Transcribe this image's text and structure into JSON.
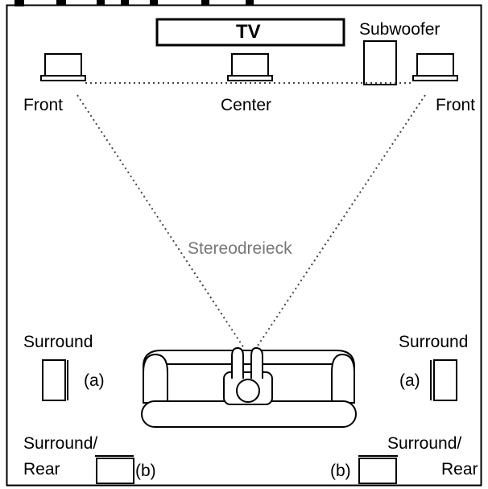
{
  "diagram": {
    "tv_label": "TV",
    "subwoofer_label": "Subwoofer",
    "front_left_label": "Front",
    "center_label": "Center",
    "front_right_label": "Front",
    "triangle_label": "Stereodreieck",
    "surround_left_label": "Surround",
    "surround_right_label": "Surround",
    "surround_a_left": "(a)",
    "surround_a_right": "(a)",
    "rear_left_label_1": "Surround/",
    "rear_left_label_2": "Rear",
    "rear_right_label_1": "Surround/",
    "rear_right_label_2": "Rear",
    "rear_b_left": "(b)",
    "rear_b_right": "(b)"
  }
}
